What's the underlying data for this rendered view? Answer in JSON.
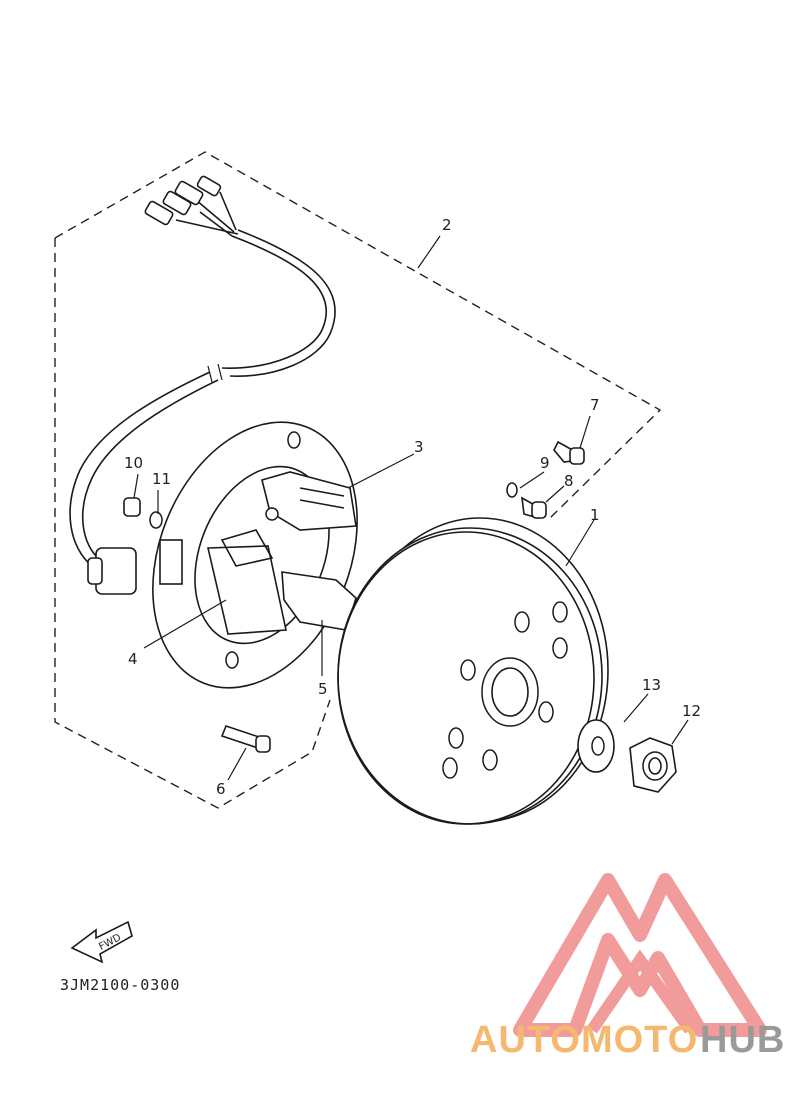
{
  "diagram": {
    "part_labels": {
      "p1": "1",
      "p2": "2",
      "p3": "3",
      "p4": "4",
      "p5": "5",
      "p6": "6",
      "p7": "7",
      "p8": "8",
      "p9": "9",
      "p10": "10",
      "p11": "11",
      "p12": "12",
      "p13": "13"
    },
    "fwd_arrow_text": "FWD",
    "diagram_code": "3JM2100-0300"
  },
  "watermark": {
    "brand_part1": "AUTOMOTO",
    "brand_part2": "HUB",
    "colors": {
      "logo": "#f08a8a",
      "part1": "#f5b86e",
      "part2": "#9a9a9a"
    }
  }
}
